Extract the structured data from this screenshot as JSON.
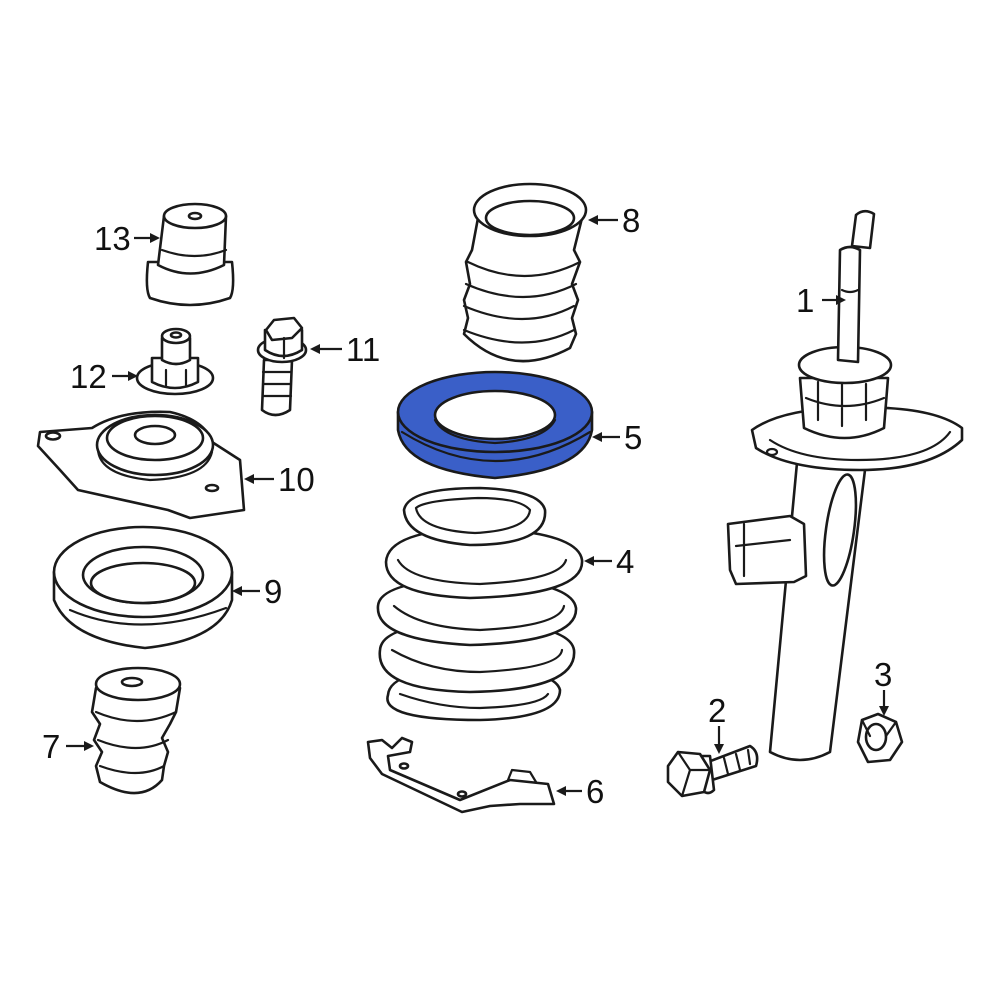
{
  "diagram": {
    "highlight_color": "#3a5fc8",
    "callouts": [
      {
        "id": "1",
        "label": "1"
      },
      {
        "id": "2",
        "label": "2"
      },
      {
        "id": "3",
        "label": "3"
      },
      {
        "id": "4",
        "label": "4"
      },
      {
        "id": "5",
        "label": "5",
        "highlighted": true
      },
      {
        "id": "6",
        "label": "6"
      },
      {
        "id": "7",
        "label": "7"
      },
      {
        "id": "8",
        "label": "8"
      },
      {
        "id": "9",
        "label": "9"
      },
      {
        "id": "10",
        "label": "10"
      },
      {
        "id": "11",
        "label": "11"
      },
      {
        "id": "12",
        "label": "12"
      },
      {
        "id": "13",
        "label": "13"
      }
    ]
  }
}
